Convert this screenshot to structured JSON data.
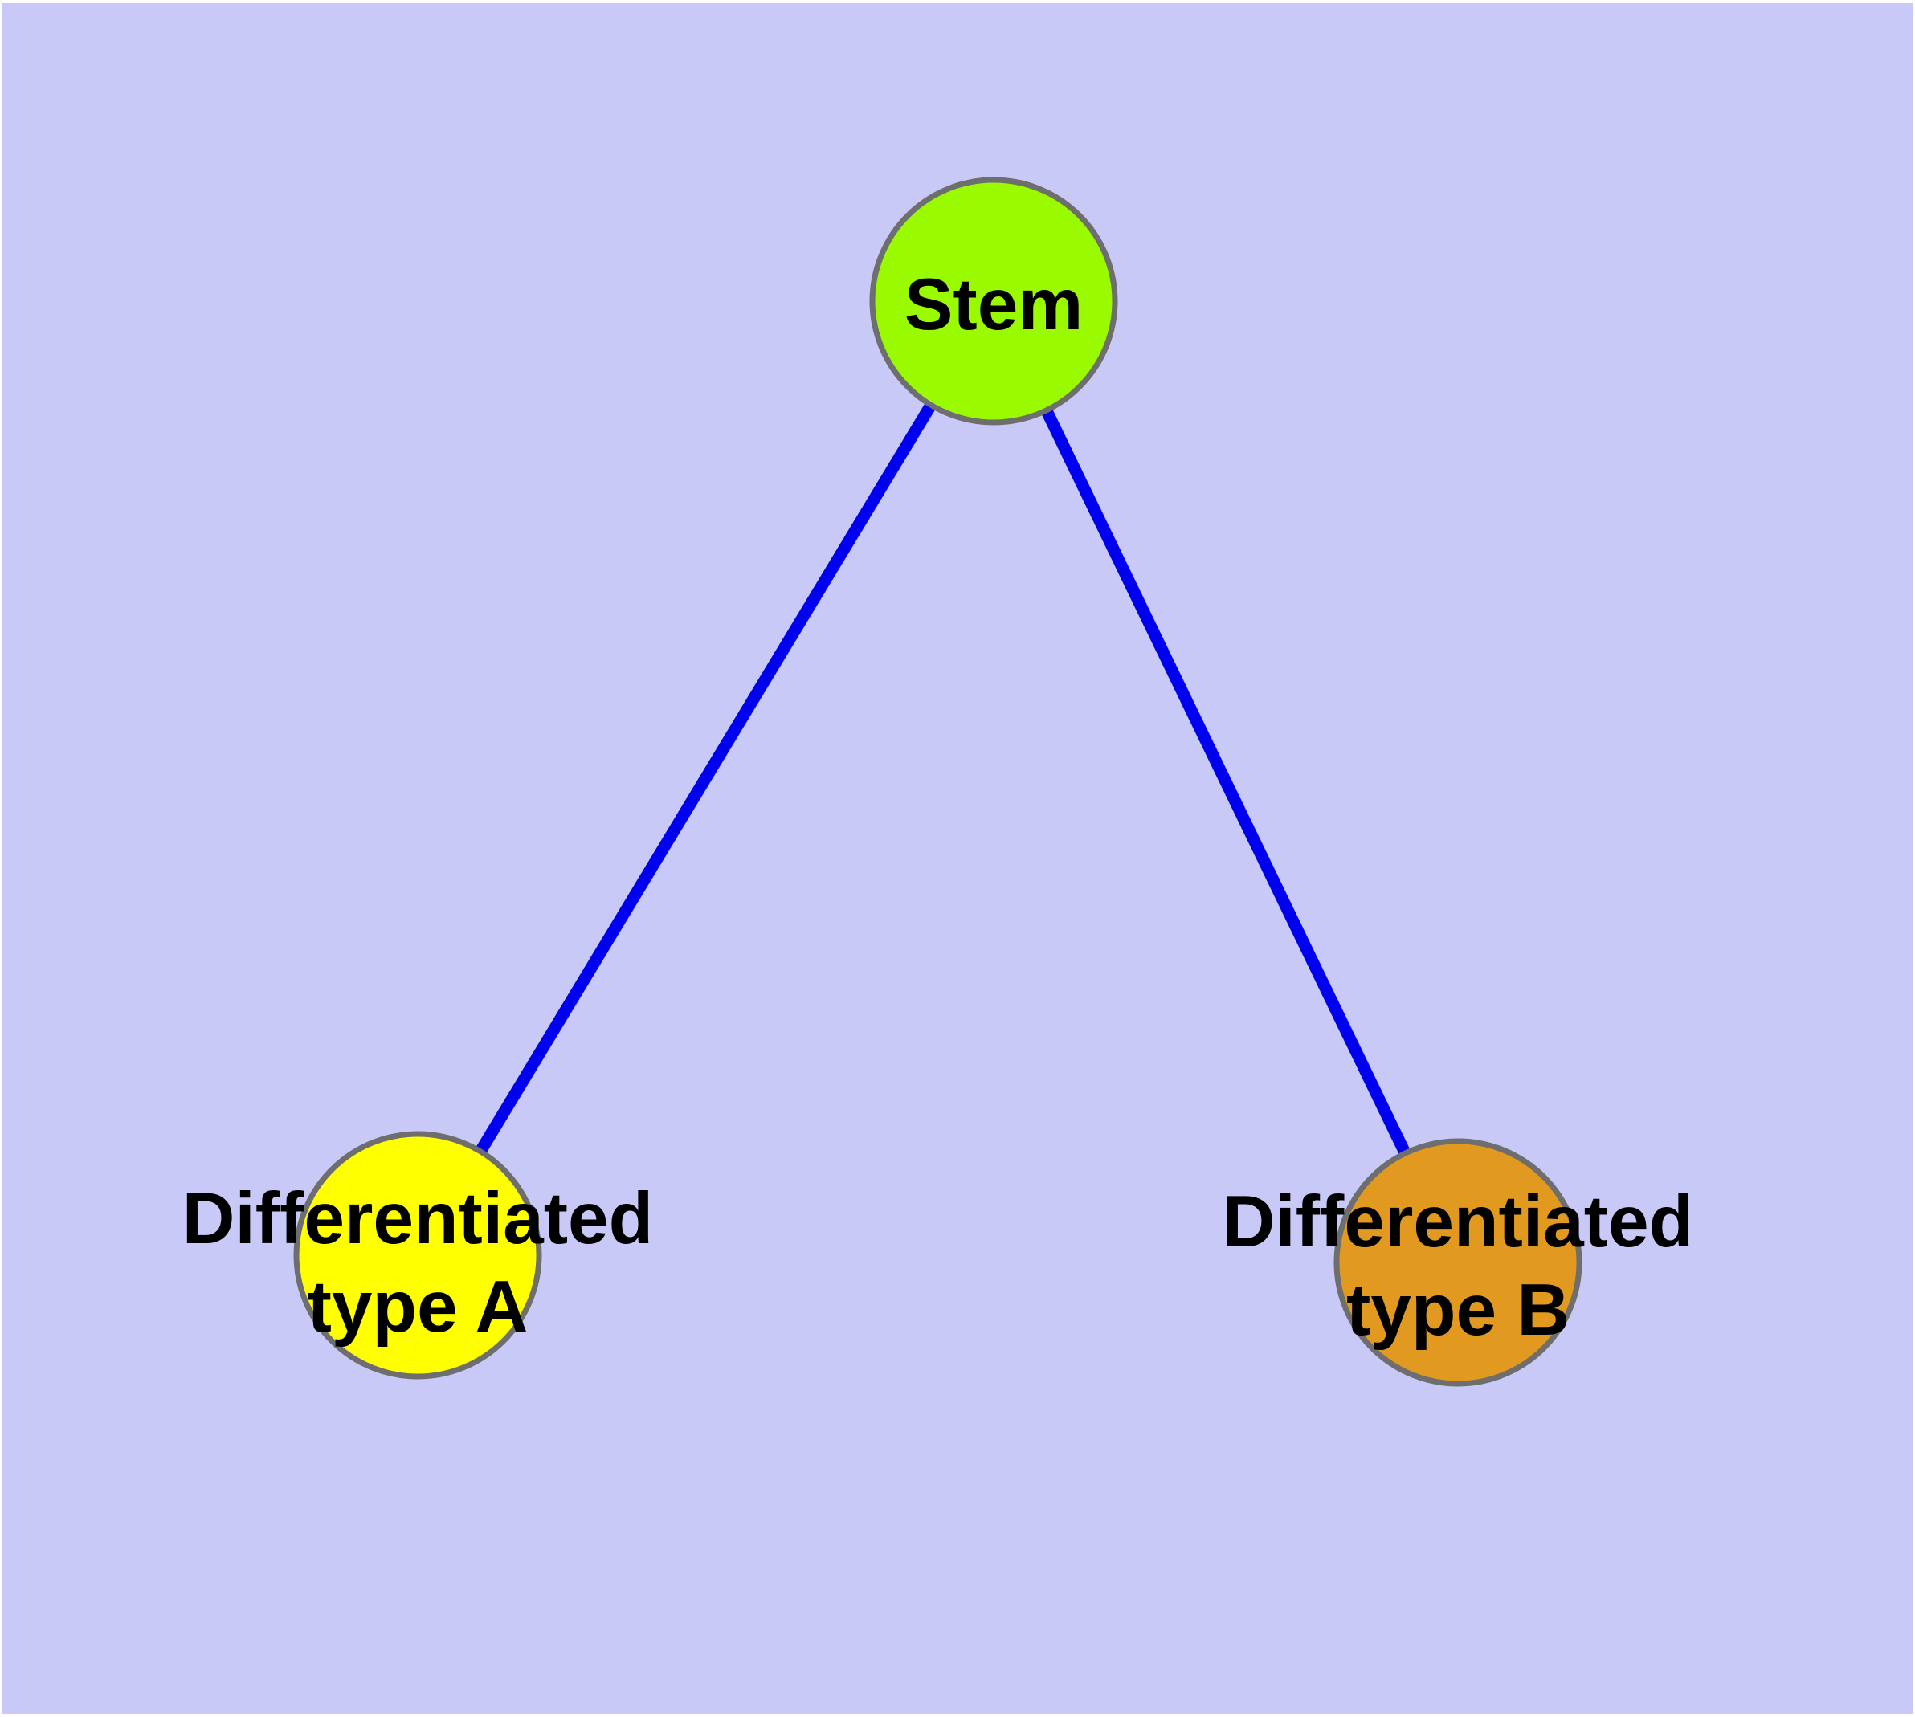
{
  "diagram": {
    "type": "node-link-graph",
    "description": "Cell differentiation hierarchy: a stem node connected to two differentiated cell type nodes",
    "background_color": "#C9C9F8",
    "frame_color": "#FFFFFF",
    "edge_color": "#0000F0",
    "node_border_color": "#6E6E6E",
    "text_color": "#000000",
    "nodes": {
      "stem": {
        "label": "Stem",
        "fill": "#9AFA00"
      },
      "type_a": {
        "label_line1": "Differentiated",
        "label_line2": "type A",
        "fill": "#FFFF00"
      },
      "type_b": {
        "label_line1": "Differentiated",
        "label_line2": "type B",
        "fill": "#E2991F"
      }
    },
    "edges": [
      {
        "from": "Stem",
        "to": "Differentiated type A"
      },
      {
        "from": "Stem",
        "to": "Differentiated type B"
      }
    ]
  }
}
